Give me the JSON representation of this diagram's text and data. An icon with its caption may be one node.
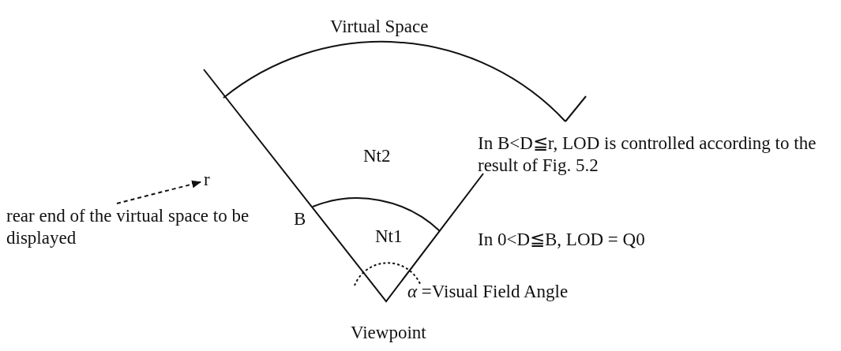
{
  "diagram": {
    "title": "Virtual Space",
    "caption": "Viewpoint",
    "nodes": [
      {
        "text": [
          "r"
        ]
      },
      {
        "text": [
          "rear end of the virtual space to be displayed"
        ]
      }
    ],
    "edges": [
      {
        "from": 1,
        "to": 0,
        "arrow": "to",
        "style": "dashed"
      }
    ],
    "labels": [
      "Nt2",
      "In B<D≦r, LOD is controlled according to the result of Fig. 5.2",
      "B",
      "Nt1",
      "In 0<D≦B, LOD = Q0",
      "*α* =Visual Field Angle"
    ]
  }
}
